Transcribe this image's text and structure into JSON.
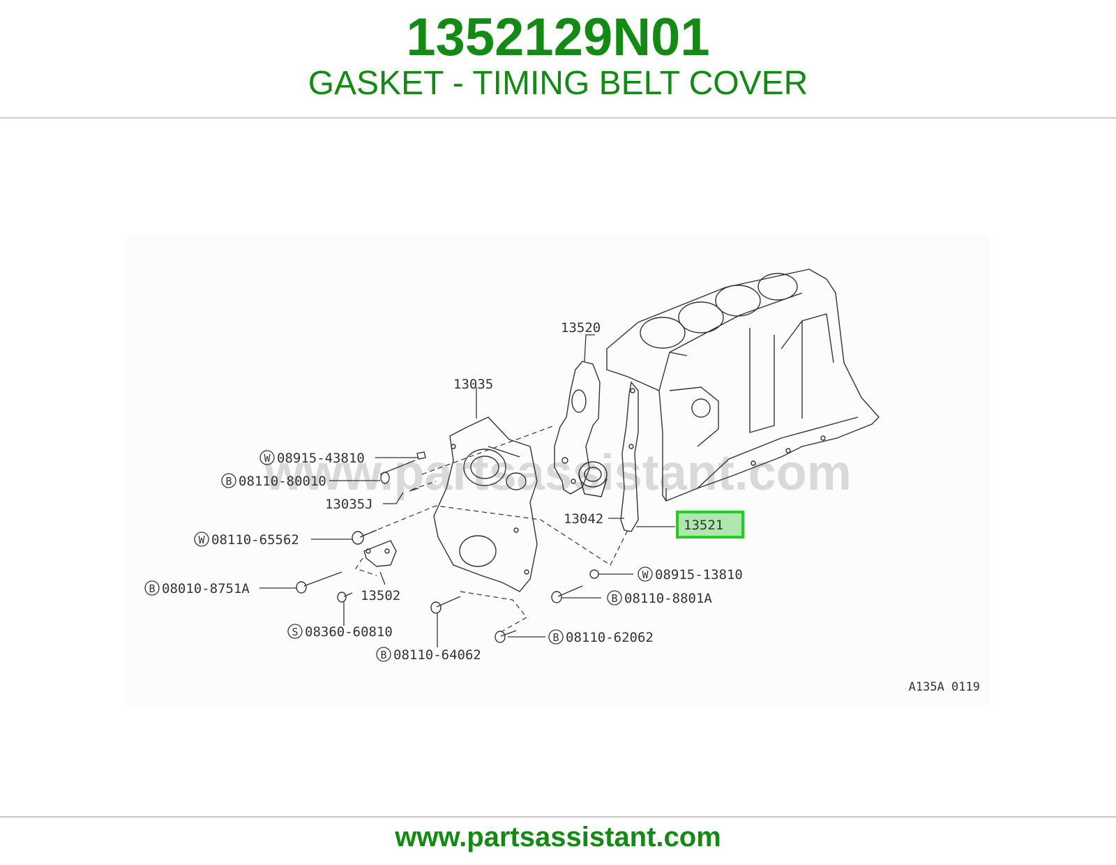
{
  "header": {
    "part_number": "1352129N01",
    "description": "GASKET - TIMING BELT COVER"
  },
  "diagram": {
    "labels": {
      "p13520": "13520",
      "p13035": "13035",
      "p13035j": "13035J",
      "p13042": "13042",
      "p13521": "13521",
      "p13502": "13502",
      "w_08915_43810": "08915-43810",
      "b_08110_80010": "08110-80010",
      "w_08110_65562": "08110-65562",
      "b_08010_8751a": "08010-8751A",
      "s_08360_60810": "08360-60810",
      "b_08110_64062": "08110-64062",
      "b_08110_62062": "08110-62062",
      "b_08110_8801a": "08110-8801A",
      "w_08915_13810": "08915-13810"
    },
    "markers": {
      "w": "W",
      "b": "B",
      "s": "S"
    },
    "figure_code": "A135A 0119",
    "watermark": "www.partsassistant.com",
    "highlighted_part": "13521"
  },
  "footer": {
    "url": "www.partsassistant.com"
  },
  "colors": {
    "brand_green": "#138a13",
    "highlight_border": "#22cc22",
    "highlight_fill": "#aee8ae",
    "line": "#333333",
    "rule": "#c8c8c8"
  }
}
